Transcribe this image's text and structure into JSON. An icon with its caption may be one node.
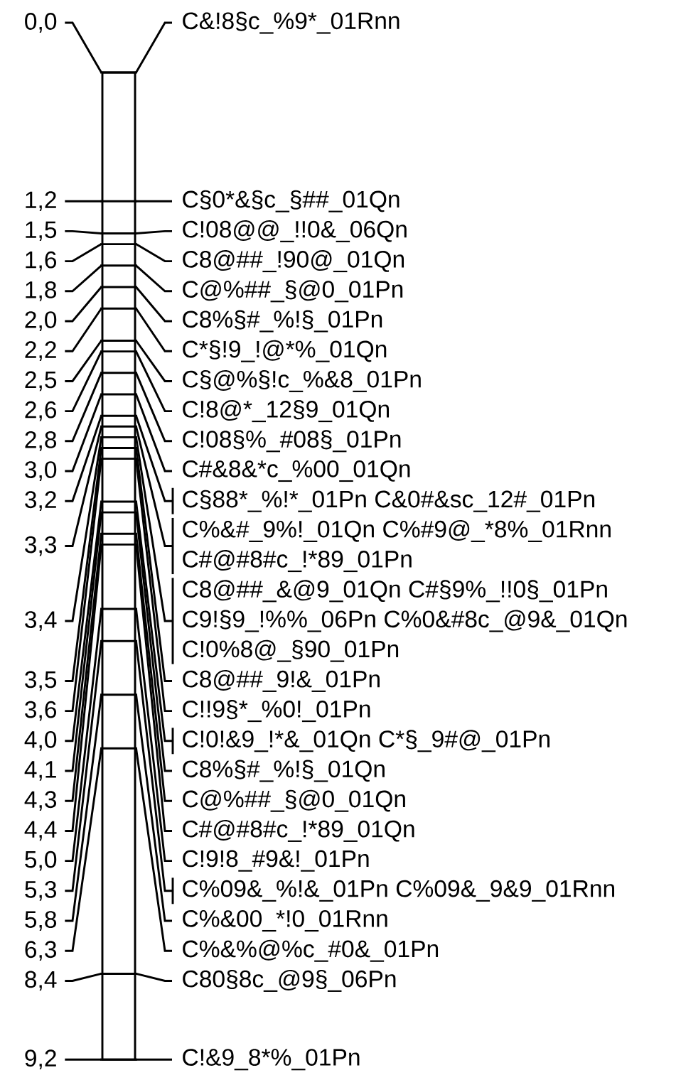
{
  "diagram": {
    "nodes": [
      {
        "text": [],
        "shape": "bar"
      },
      {
        "text": [
          "0,0"
        ]
      },
      {
        "text": [
          "C&!8§c_%9*_01Rnn"
        ]
      },
      {
        "text": [
          "1,2"
        ]
      },
      {
        "text": [
          "C§0*&§c_§##_01Qn"
        ]
      },
      {
        "text": [
          "1,5"
        ]
      },
      {
        "text": [
          "C!08@@_!!0&_06Qn"
        ]
      },
      {
        "text": [
          "1,6"
        ]
      },
      {
        "text": [
          "C8@##_!90@_01Qn"
        ]
      },
      {
        "text": [
          "1,8"
        ]
      },
      {
        "text": [
          "C@%##_§@0_01Pn"
        ]
      },
      {
        "text": [
          "2,0"
        ]
      },
      {
        "text": [
          "C8%§#_%!§_01Pn"
        ]
      },
      {
        "text": [
          "2,2"
        ]
      },
      {
        "text": [
          "C*§!9_!@*%_01Qn"
        ]
      },
      {
        "text": [
          "2,5"
        ]
      },
      {
        "text": [
          "C§@%§!c_%&8_01Pn"
        ]
      },
      {
        "text": [
          "2,6"
        ]
      },
      {
        "text": [
          "C!8@*_12§9_01Qn"
        ]
      },
      {
        "text": [
          "2,8"
        ]
      },
      {
        "text": [
          "C!08§%_#08§_01Pn"
        ]
      },
      {
        "text": [
          "3,0"
        ]
      },
      {
        "text": [
          "C#&8&*c_%00_01Qn"
        ]
      },
      {
        "text": [
          "3,2"
        ]
      },
      {
        "text": [
          "C§88*_%!*_01Pn",
          "C&0#&sc_12#_01Pn"
        ]
      },
      {
        "text": [
          "3,3"
        ]
      },
      {
        "text": [
          "C%&#_9%!_01Qn",
          "C%#9@_*8%_01Rnn",
          "C#@#8#c_!*89_01Pn"
        ]
      },
      {
        "text": [
          "3,4"
        ]
      },
      {
        "text": [
          "C8@##_&@9_01Qn",
          "C#§9%_!!0§_01Pn",
          "C9!§9_!%%_06Pn",
          "C%0&#8c_@9&_01Qn",
          "C!0%8@_§90_01Pn"
        ]
      },
      {
        "text": [
          "3,5"
        ]
      },
      {
        "text": [
          "C8@##_9!&_01Pn"
        ]
      },
      {
        "text": [
          "3,6"
        ]
      },
      {
        "text": [
          "C!!9§*_%0!_01Pn"
        ]
      },
      {
        "text": [
          "4,0"
        ]
      },
      {
        "text": [
          "C!0!&9_!*&_01Qn",
          "C*§_9#@_01Pn"
        ]
      },
      {
        "text": [
          "4,1"
        ]
      },
      {
        "text": [
          "C8%§#_%!§_01Qn"
        ]
      },
      {
        "text": [
          "4,3"
        ]
      },
      {
        "text": [
          "C@%##_§@0_01Qn"
        ]
      },
      {
        "text": [
          "4,4"
        ]
      },
      {
        "text": [
          "C#@#8#c_!*89_01Qn"
        ]
      },
      {
        "text": [
          "5,0"
        ]
      },
      {
        "text": [
          "C!9!8_#9&!_01Pn"
        ]
      },
      {
        "text": [
          "5,3"
        ]
      },
      {
        "text": [
          "C%09&_%!&_01Pn",
          "C%09&_9&9_01Rnn"
        ]
      },
      {
        "text": [
          "5,8"
        ]
      },
      {
        "text": [
          "C%&00_*!0_01Rnn"
        ]
      },
      {
        "text": [
          "6,3"
        ]
      },
      {
        "text": [
          "C%&%@%c_#0&_01Pn"
        ]
      },
      {
        "text": [
          "8,4"
        ]
      },
      {
        "text": [
          "C80§8c_@9§_06Pn"
        ]
      },
      {
        "text": [
          "9,2"
        ]
      },
      {
        "text": [
          "C!&9_8*%_01Pn"
        ]
      }
    ],
    "edges": [
      {
        "from": 1,
        "to": 0,
        "arrow": "none"
      },
      {
        "from": 2,
        "to": 0,
        "arrow": "none"
      },
      {
        "from": 3,
        "to": 0,
        "arrow": "none"
      },
      {
        "from": 4,
        "to": 0,
        "arrow": "none"
      },
      {
        "from": 5,
        "to": 0,
        "arrow": "none"
      },
      {
        "from": 6,
        "to": 0,
        "arrow": "none"
      },
      {
        "from": 7,
        "to": 0,
        "arrow": "none"
      },
      {
        "from": 8,
        "to": 0,
        "arrow": "none"
      },
      {
        "from": 9,
        "to": 0,
        "arrow": "none"
      },
      {
        "from": 10,
        "to": 0,
        "arrow": "none"
      },
      {
        "from": 11,
        "to": 0,
        "arrow": "none"
      },
      {
        "from": 12,
        "to": 0,
        "arrow": "none"
      },
      {
        "from": 13,
        "to": 0,
        "arrow": "none"
      },
      {
        "from": 14,
        "to": 0,
        "arrow": "none"
      },
      {
        "from": 15,
        "to": 0,
        "arrow": "none"
      },
      {
        "from": 16,
        "to": 0,
        "arrow": "none"
      },
      {
        "from": 17,
        "to": 0,
        "arrow": "none"
      },
      {
        "from": 18,
        "to": 0,
        "arrow": "none"
      },
      {
        "from": 19,
        "to": 0,
        "arrow": "none"
      },
      {
        "from": 20,
        "to": 0,
        "arrow": "none"
      },
      {
        "from": 21,
        "to": 0,
        "arrow": "none"
      },
      {
        "from": 22,
        "to": 0,
        "arrow": "none"
      },
      {
        "from": 23,
        "to": 0,
        "arrow": "none"
      },
      {
        "from": 24,
        "to": 0,
        "arrow": "none"
      },
      {
        "from": 25,
        "to": 0,
        "arrow": "none"
      },
      {
        "from": 26,
        "to": 0,
        "arrow": "none"
      },
      {
        "from": 27,
        "to": 0,
        "arrow": "none"
      },
      {
        "from": 28,
        "to": 0,
        "arrow": "none"
      },
      {
        "from": 29,
        "to": 0,
        "arrow": "none"
      },
      {
        "from": 30,
        "to": 0,
        "arrow": "none"
      },
      {
        "from": 31,
        "to": 0,
        "arrow": "none"
      },
      {
        "from": 32,
        "to": 0,
        "arrow": "none"
      },
      {
        "from": 33,
        "to": 0,
        "arrow": "none"
      },
      {
        "from": 34,
        "to": 0,
        "arrow": "none"
      },
      {
        "from": 35,
        "to": 0,
        "arrow": "none"
      },
      {
        "from": 36,
        "to": 0,
        "arrow": "none"
      },
      {
        "from": 37,
        "to": 0,
        "arrow": "none"
      },
      {
        "from": 38,
        "to": 0,
        "arrow": "none"
      },
      {
        "from": 39,
        "to": 0,
        "arrow": "none"
      },
      {
        "from": 40,
        "to": 0,
        "arrow": "none"
      },
      {
        "from": 41,
        "to": 0,
        "arrow": "none"
      },
      {
        "from": 42,
        "to": 0,
        "arrow": "none"
      },
      {
        "from": 43,
        "to": 0,
        "arrow": "none"
      },
      {
        "from": 44,
        "to": 0,
        "arrow": "none"
      },
      {
        "from": 45,
        "to": 0,
        "arrow": "none"
      },
      {
        "from": 46,
        "to": 0,
        "arrow": "none"
      },
      {
        "from": 47,
        "to": 0,
        "arrow": "none"
      },
      {
        "from": 48,
        "to": 0,
        "arrow": "none"
      },
      {
        "from": 49,
        "to": 0,
        "arrow": "none"
      },
      {
        "from": 50,
        "to": 0,
        "arrow": "none"
      },
      {
        "from": 51,
        "to": 0,
        "arrow": "none"
      },
      {
        "from": 52,
        "to": 0,
        "arrow": "none"
      }
    ]
  }
}
